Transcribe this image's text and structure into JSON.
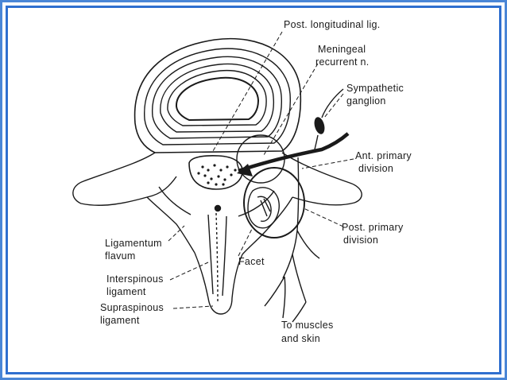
{
  "frame": {
    "border_color": "#2f6fcf"
  },
  "labels": {
    "post_longitudinal_lig": "Post. longitudinal lig.",
    "meningeal_line1": "Meningeal",
    "meningeal_line2": "recurrent n.",
    "sympathetic_line1": "Sympathetic",
    "sympathetic_line2": "ganglion",
    "ant_primary_line1": "Ant. primary",
    "ant_primary_line2": "division",
    "post_primary_line1": "Post. primary",
    "post_primary_line2": "division",
    "ligamentum_line1": "Ligamentum",
    "ligamentum_line2": "flavum",
    "facet": "Facet",
    "interspinous_line1": "Interspinous",
    "interspinous_line2": "ligament",
    "supraspinous_line1": "Supraspinous",
    "supraspinous_line2": "ligament",
    "muscles_line1": "To muscles",
    "muscles_line2": "and skin"
  }
}
